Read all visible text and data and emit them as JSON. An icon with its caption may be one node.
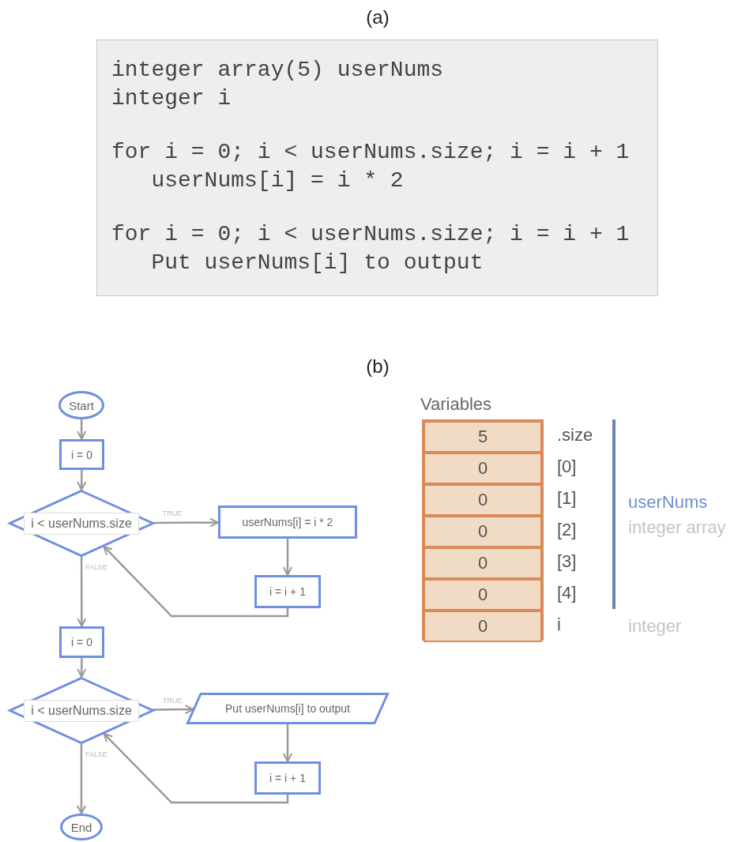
{
  "diagram": {
    "nodes": [
      {
        "text": [
          "integer array(5) userNums",
          "integer i",
          "for i = 0; i < userNums.size; i = i + 1",
          "   userNums[i] = i * 2",
          "for i = 0; i < userNums.size; i = i + 1",
          "   Put userNums[i] to output"
        ]
      },
      {
        "text": [
          "Start"
        ]
      },
      {
        "text": [
          "i = 0"
        ]
      },
      {
        "text": [
          "i < userNums.size"
        ]
      },
      {
        "text": [
          "userNums[i] = i * 2"
        ]
      },
      {
        "text": [
          "i = i + 1"
        ]
      },
      {
        "text": [
          "i = 0"
        ]
      },
      {
        "text": [
          "i < userNums.size"
        ]
      },
      {
        "text": [
          "Put userNums[i] to output"
        ]
      },
      {
        "text": [
          "i = i + 1"
        ]
      },
      {
        "text": [
          "End"
        ]
      },
      {
        "text": [
          "Variables"
        ]
      },
      {
        "text": [
          "5"
        ],
        "in": 11,
        "beside": [
          ".size"
        ]
      },
      {
        "text": [
          "0"
        ],
        "in": 11,
        "beside": [
          "[0]"
        ]
      },
      {
        "text": [
          "0"
        ],
        "in": 11,
        "beside": [
          "[1]"
        ]
      },
      {
        "text": [
          "0"
        ],
        "in": 11,
        "beside": [
          "[2]"
        ]
      },
      {
        "text": [
          "0"
        ],
        "in": 11,
        "beside": [
          "[3]"
        ]
      },
      {
        "text": [
          "0"
        ],
        "in": 11,
        "beside": [
          "[4]"
        ]
      },
      {
        "text": [
          "0"
        ],
        "in": 11,
        "beside": [
          "i"
        ]
      }
    ],
    "edges": [
      {
        "from": 1,
        "to": 2,
        "arrow": "to"
      },
      {
        "from": 2,
        "to": 3,
        "arrow": "to"
      },
      {
        "from": 3,
        "to": 4,
        "arrow": "to",
        "label": "TRUE"
      },
      {
        "from": 4,
        "to": 5,
        "arrow": "to"
      },
      {
        "from": 5,
        "to": 3,
        "arrow": "to"
      },
      {
        "from": 3,
        "to": 6,
        "arrow": "to",
        "label": "FALSE"
      },
      {
        "from": 6,
        "to": 7,
        "arrow": "to"
      },
      {
        "from": 7,
        "to": 8,
        "arrow": "to",
        "label": "TRUE"
      },
      {
        "from": 8,
        "to": 9,
        "arrow": "to"
      },
      {
        "from": 9,
        "to": 7,
        "arrow": "to"
      },
      {
        "from": 7,
        "to": 10,
        "arrow": "to",
        "label": "FALSE"
      }
    ],
    "labels": [
      "(a)",
      "(b)",
      "userNums",
      "integer array",
      "integer"
    ]
  }
}
